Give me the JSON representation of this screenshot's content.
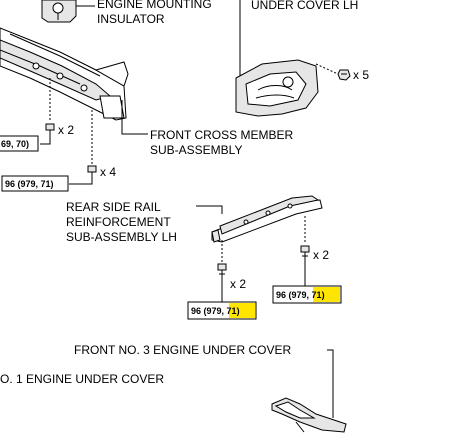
{
  "labels": {
    "engine_insulator_line1": "ENGINE MOUNTING",
    "engine_insulator_line2": "INSULATOR",
    "under_cover_lh": "UNDER COVER LH",
    "front_cross_member_line1": "FRONT CROSS MEMBER",
    "front_cross_member_line2": "SUB-ASSEMBLY",
    "rear_side_rail_line1": "REAR SIDE RAIL",
    "rear_side_rail_line2": "REINFORCEMENT",
    "rear_side_rail_line3": "SUB-ASSEMBLY LH",
    "front_no3_engine_under_cover": "FRONT NO. 3 ENGINE UNDER COVER",
    "no1_engine_under_cover": "O. 1 ENGINE UNDER COVER"
  },
  "quantities": {
    "cover_lh_bolts": "x 5",
    "cross_member_bolts_left": "x 2",
    "cross_member_bolts_bottom": "x 4",
    "rail_bolts_left": "x 2",
    "rail_bolts_right": "x 2"
  },
  "torques": {
    "left_partial": "69, 70)",
    "cross_member": "96 (979, 71)",
    "rail_left": {
      "prefix": "96 (979",
      "sep": ", ",
      "highlight": "71",
      "suffix": ")"
    },
    "rail_right": {
      "prefix": "96 (979",
      "sep": ", ",
      "highlight": "71",
      "suffix": ")"
    }
  },
  "colors": {
    "highlight": "#ffe600",
    "line": "#000000",
    "part_fill": "#e6e6e6"
  }
}
